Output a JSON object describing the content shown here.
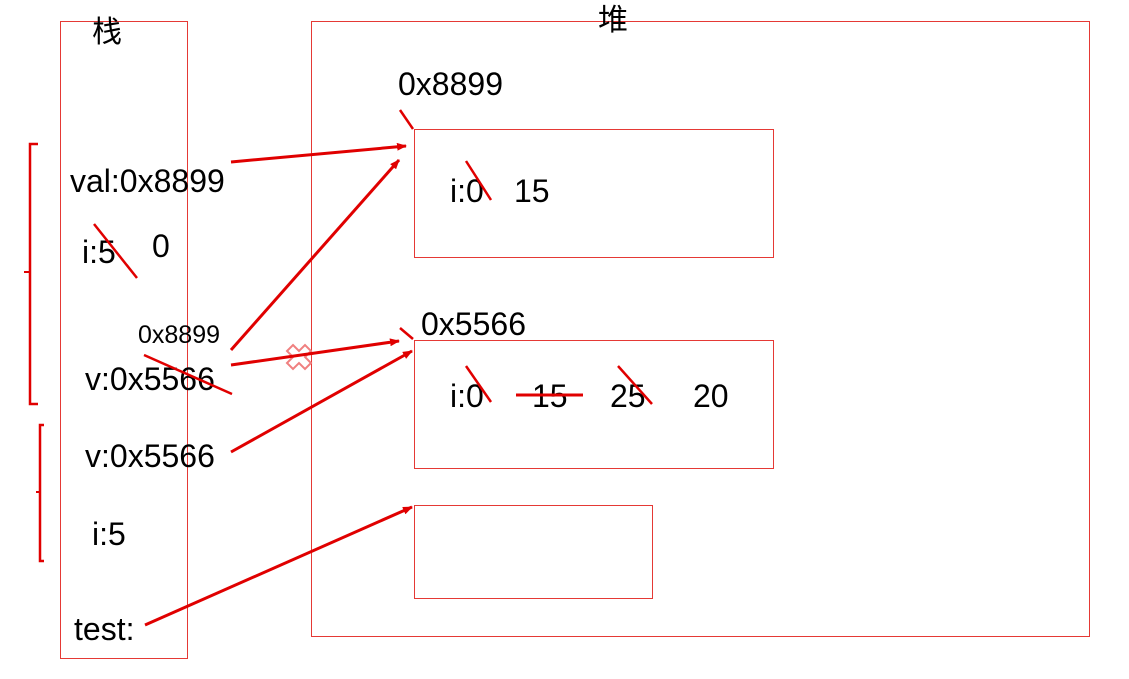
{
  "stack": {
    "title": "栈",
    "items": {
      "val": "val:0x8899",
      "i_old": "i:5",
      "i_new": "0",
      "v_old_annotation": "0x8899",
      "v_struck": "v:0x5566",
      "v_second": "v:0x5566",
      "i_second": "i:5",
      "test": "test:"
    }
  },
  "heap": {
    "title": "堆",
    "objects": [
      {
        "address": "0x8899",
        "field_prefix": "i:0",
        "field_value": "15"
      },
      {
        "address": "0x5566",
        "field_prefix": "i:0",
        "values": [
          "15",
          "25",
          "20"
        ]
      },
      {
        "address": "",
        "field_prefix": ""
      }
    ]
  },
  "colors": {
    "line": "#e53935",
    "arrow": "#e00000",
    "text": "#000000"
  }
}
